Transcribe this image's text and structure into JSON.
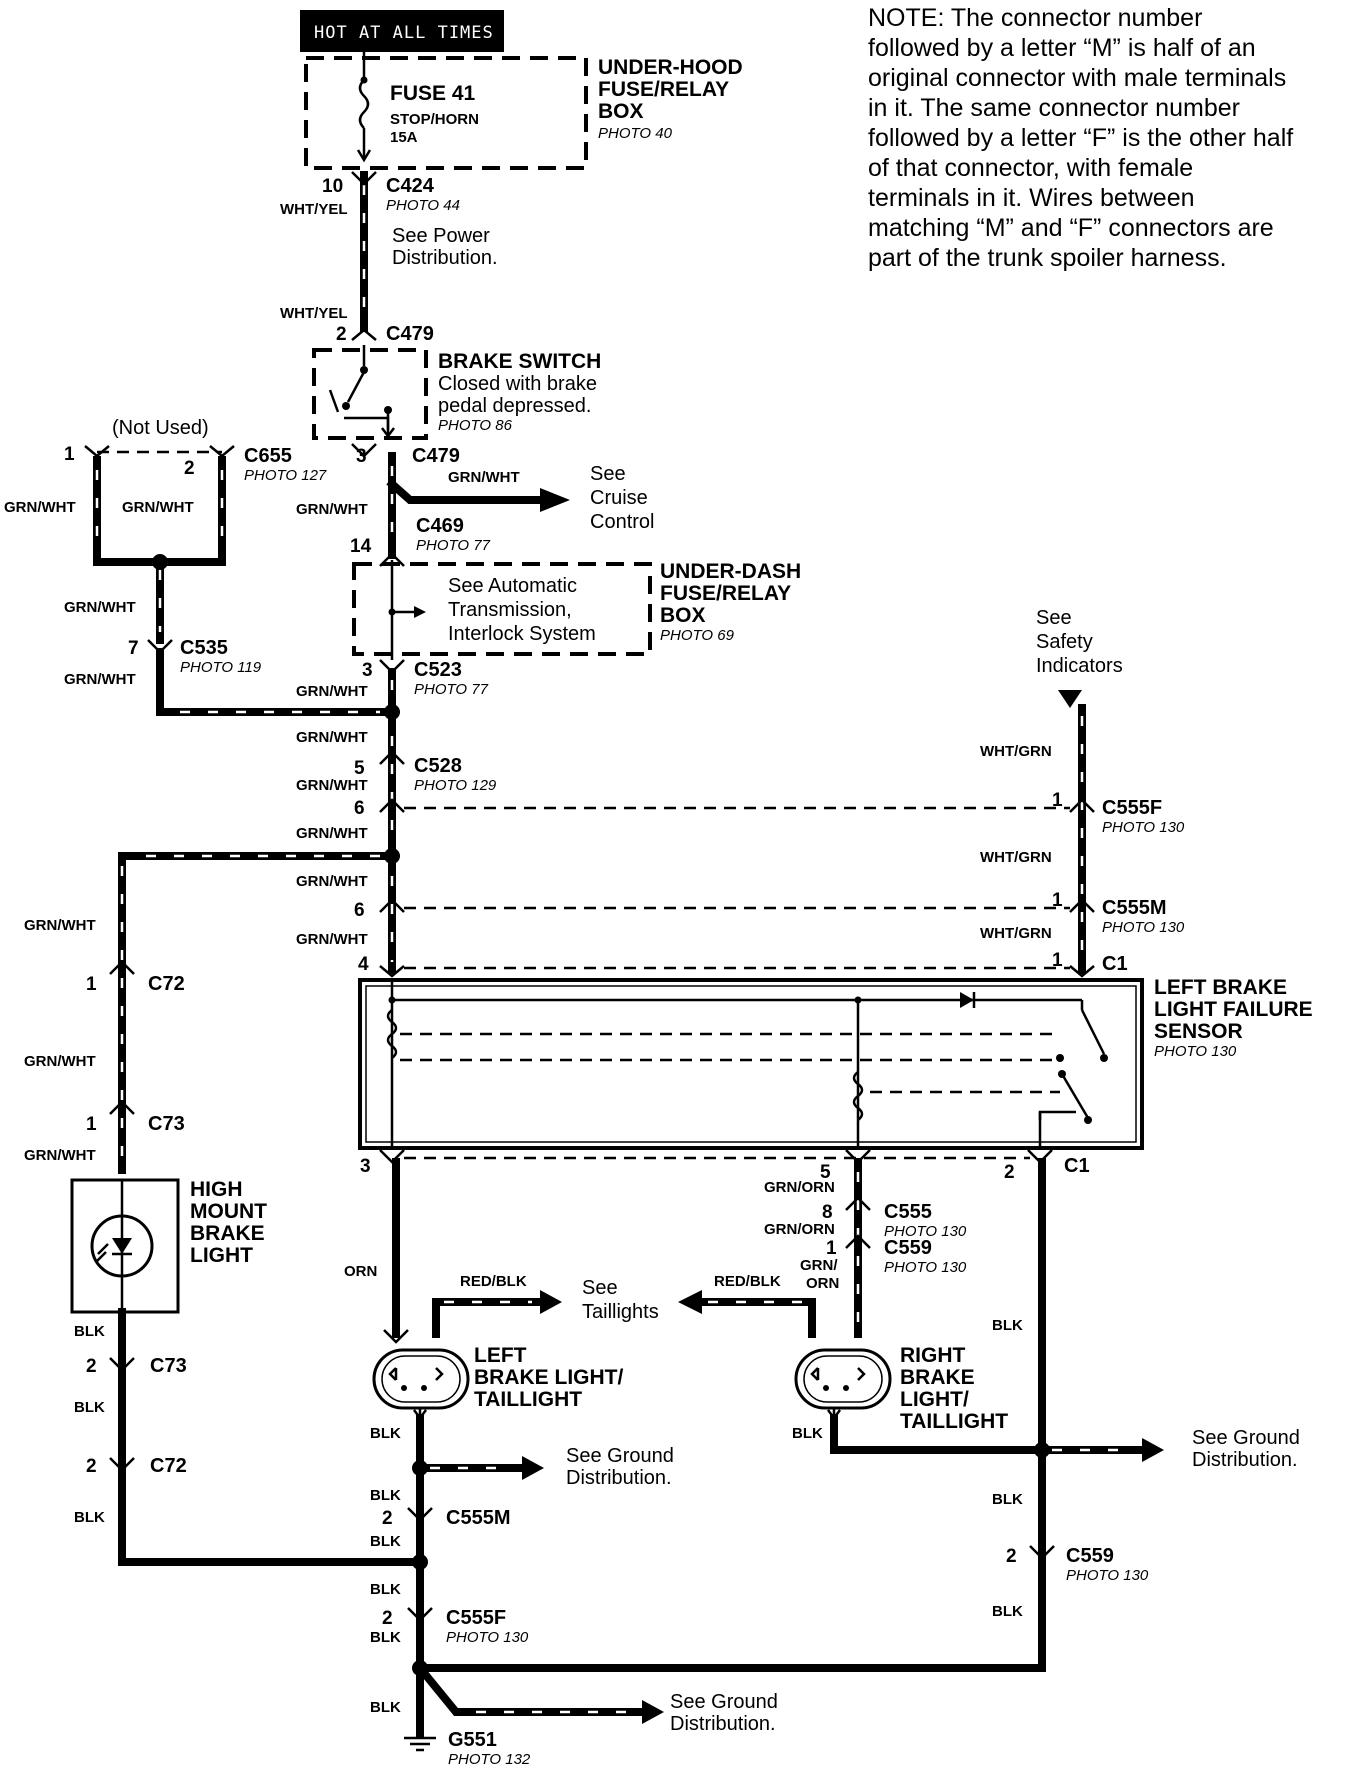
{
  "hot_label": "HOT AT ALL TIMES",
  "note": [
    "NOTE: The connector number",
    "followed by a letter “M” is half of an",
    "original connector with male terminals",
    "in it. The same connector number",
    "followed by a letter “F” is the other half",
    "of that connector, with female",
    "terminals in it. Wires between",
    "matching “M” and “F” connectors are",
    "part of the trunk spoiler harness."
  ],
  "fuse": {
    "name": "FUSE 41",
    "circuit": "STOP/HORN",
    "rating": "15A"
  },
  "underhood_box": {
    "lines": [
      "UNDER-HOOD",
      "FUSE/RELAY",
      "BOX"
    ],
    "photo": "PHOTO 40"
  },
  "underdash_box": {
    "lines": [
      "UNDER-DASH",
      "FUSE/RELAY",
      "BOX"
    ],
    "photo": "PHOTO 69"
  },
  "brake_switch": {
    "title": "BRAKE SWITCH",
    "desc": [
      "Closed with brake",
      "pedal depressed."
    ],
    "photo": "PHOTO 86"
  },
  "see_power": [
    "See Power",
    "Distribution."
  ],
  "see_cruise": [
    "See",
    "Cruise",
    "Control"
  ],
  "see_auto": [
    "See Automatic",
    "Transmission,",
    "Interlock System"
  ],
  "see_safety": [
    "See",
    "Safety",
    "Indicators"
  ],
  "see_taillights": [
    "See",
    "Taillights"
  ],
  "see_ground": [
    "See Ground",
    "Distribution."
  ],
  "not_used": "(Not Used)",
  "sensor": {
    "lines": [
      "LEFT BRAKE",
      "LIGHT FAILURE",
      "SENSOR"
    ],
    "photo": "PHOTO 130"
  },
  "high_mount": [
    "HIGH",
    "MOUNT",
    "BRAKE",
    "LIGHT"
  ],
  "left_light": [
    "LEFT",
    "BRAKE LIGHT/",
    "TAILLIGHT"
  ],
  "right_light": [
    "RIGHT",
    "BRAKE",
    "LIGHT/",
    "TAILLIGHT"
  ],
  "ground": {
    "name": "G551",
    "photo": "PHOTO 132"
  },
  "connectors": {
    "c424": {
      "name": "C424",
      "photo": "PHOTO 44",
      "pin": "10"
    },
    "c479a": {
      "name": "C479",
      "pin": "2"
    },
    "c479b": {
      "name": "C479",
      "pin": "3"
    },
    "c655": {
      "name": "C655",
      "photo": "PHOTO 127",
      "pin1": "1",
      "pin2": "2"
    },
    "c469": {
      "name": "C469",
      "photo": "PHOTO 77",
      "pin": "14"
    },
    "c535": {
      "name": "C535",
      "photo": "PHOTO 119",
      "pin": "7"
    },
    "c523": {
      "name": "C523",
      "photo": "PHOTO 77",
      "pin": "3"
    },
    "c528": {
      "name": "C528",
      "photo": "PHOTO 129",
      "pin": "5"
    },
    "c555f_top": {
      "name": "C555F",
      "photo": "PHOTO 130",
      "pin_left": "6",
      "pin_right": "1"
    },
    "c555m_top": {
      "name": "C555M",
      "photo": "PHOTO 130",
      "pin_left": "6",
      "pin_right": "1"
    },
    "c1_top": {
      "name": "C1",
      "pin_left": "4",
      "pin_right": "1"
    },
    "c1_bot": {
      "name": "C1",
      "pin_left": "3",
      "pin_mid": "5",
      "pin_right": "2"
    },
    "c72_top": {
      "name": "C72",
      "pin": "1"
    },
    "c73_top": {
      "name": "C73",
      "pin": "1"
    },
    "c73_bot": {
      "name": "C73",
      "pin": "2"
    },
    "c72_bot": {
      "name": "C72",
      "pin": "2"
    },
    "c555": {
      "name": "C555",
      "photo": "PHOTO 130",
      "pin": "8"
    },
    "c559_top": {
      "name": "C559",
      "photo": "PHOTO 130",
      "pin": "1"
    },
    "c555m_bot": {
      "name": "C555M",
      "pin": "2"
    },
    "c555f_bot": {
      "name": "C555F",
      "photo": "PHOTO 130",
      "pin": "2"
    },
    "c559_bot": {
      "name": "C559",
      "photo": "PHOTO 130",
      "pin": "2"
    }
  },
  "wires": {
    "wht_yel": "WHT/YEL",
    "grn_wht": "GRN/WHT",
    "wht_grn": "WHT/GRN",
    "grn_orn": "GRN/ORN",
    "grn_orn_split": [
      "GRN/",
      "ORN"
    ],
    "red_blk": "RED/BLK",
    "orn": "ORN",
    "blk": "BLK"
  }
}
